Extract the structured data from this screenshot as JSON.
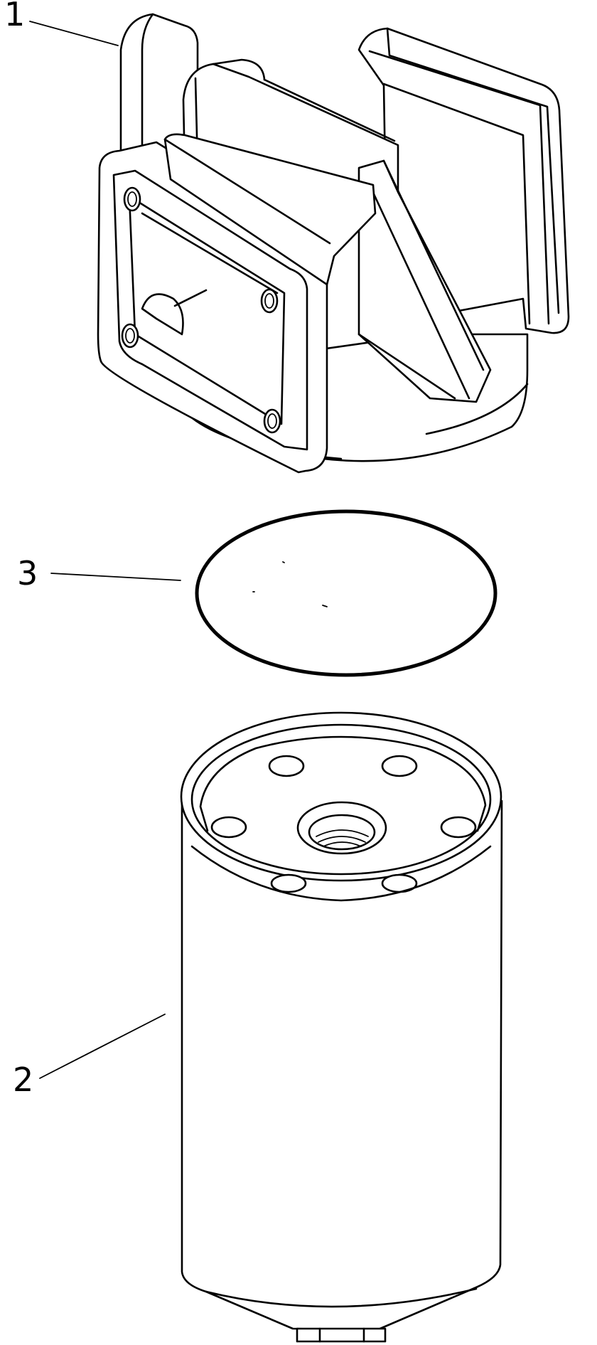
{
  "callouts": [
    {
      "id": "1",
      "label": "1",
      "part": "filter-head"
    },
    {
      "id": "3",
      "label": "3",
      "part": "o-ring"
    },
    {
      "id": "2",
      "label": "2",
      "part": "filter-cartridge"
    }
  ],
  "colors": {
    "line": "#000000",
    "background": "#ffffff"
  }
}
